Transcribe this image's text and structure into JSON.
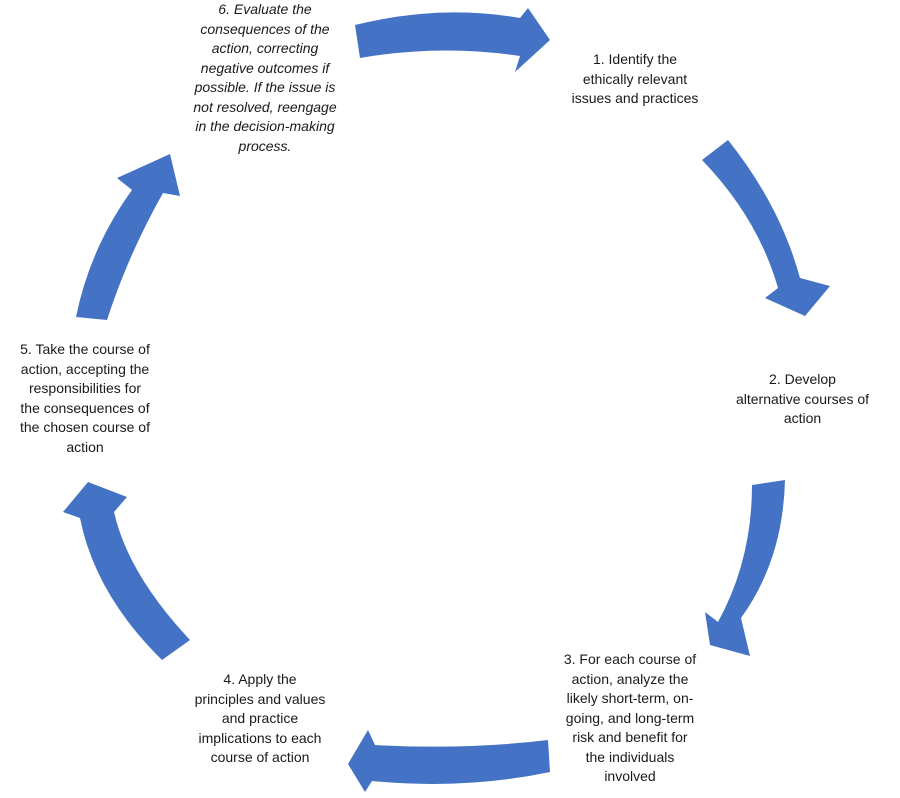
{
  "colors": {
    "arrow": "#4472c4",
    "text": "#1a1a1a"
  },
  "steps": [
    {
      "id": "step-1",
      "italic": false,
      "lines": [
        "1. Identify the",
        "ethically relevant",
        "issues and practices"
      ]
    },
    {
      "id": "step-2",
      "italic": false,
      "lines": [
        "2. Develop",
        "alternative courses of",
        "action"
      ]
    },
    {
      "id": "step-3",
      "italic": false,
      "lines": [
        "3. For each course of",
        "action, analyze the",
        "likely short-term, on-",
        "going, and long-term",
        "risk and benefit for",
        "the individuals",
        "involved"
      ]
    },
    {
      "id": "step-4",
      "italic": false,
      "lines": [
        "4. Apply the",
        "principles and values",
        "and practice",
        "implications to each",
        "course of action"
      ]
    },
    {
      "id": "step-5",
      "italic": false,
      "lines": [
        "5. Take the course of",
        "action, accepting the",
        "responsibilities for",
        "the consequences of",
        "the chosen course of",
        "action"
      ]
    },
    {
      "id": "step-6",
      "italic": true,
      "lines": [
        "6. Evaluate the",
        "consequences of the",
        "action, correcting",
        "negative outcomes if",
        "possible. If the issue is",
        "not resolved, reengage",
        "in the decision-making",
        "process."
      ]
    }
  ]
}
